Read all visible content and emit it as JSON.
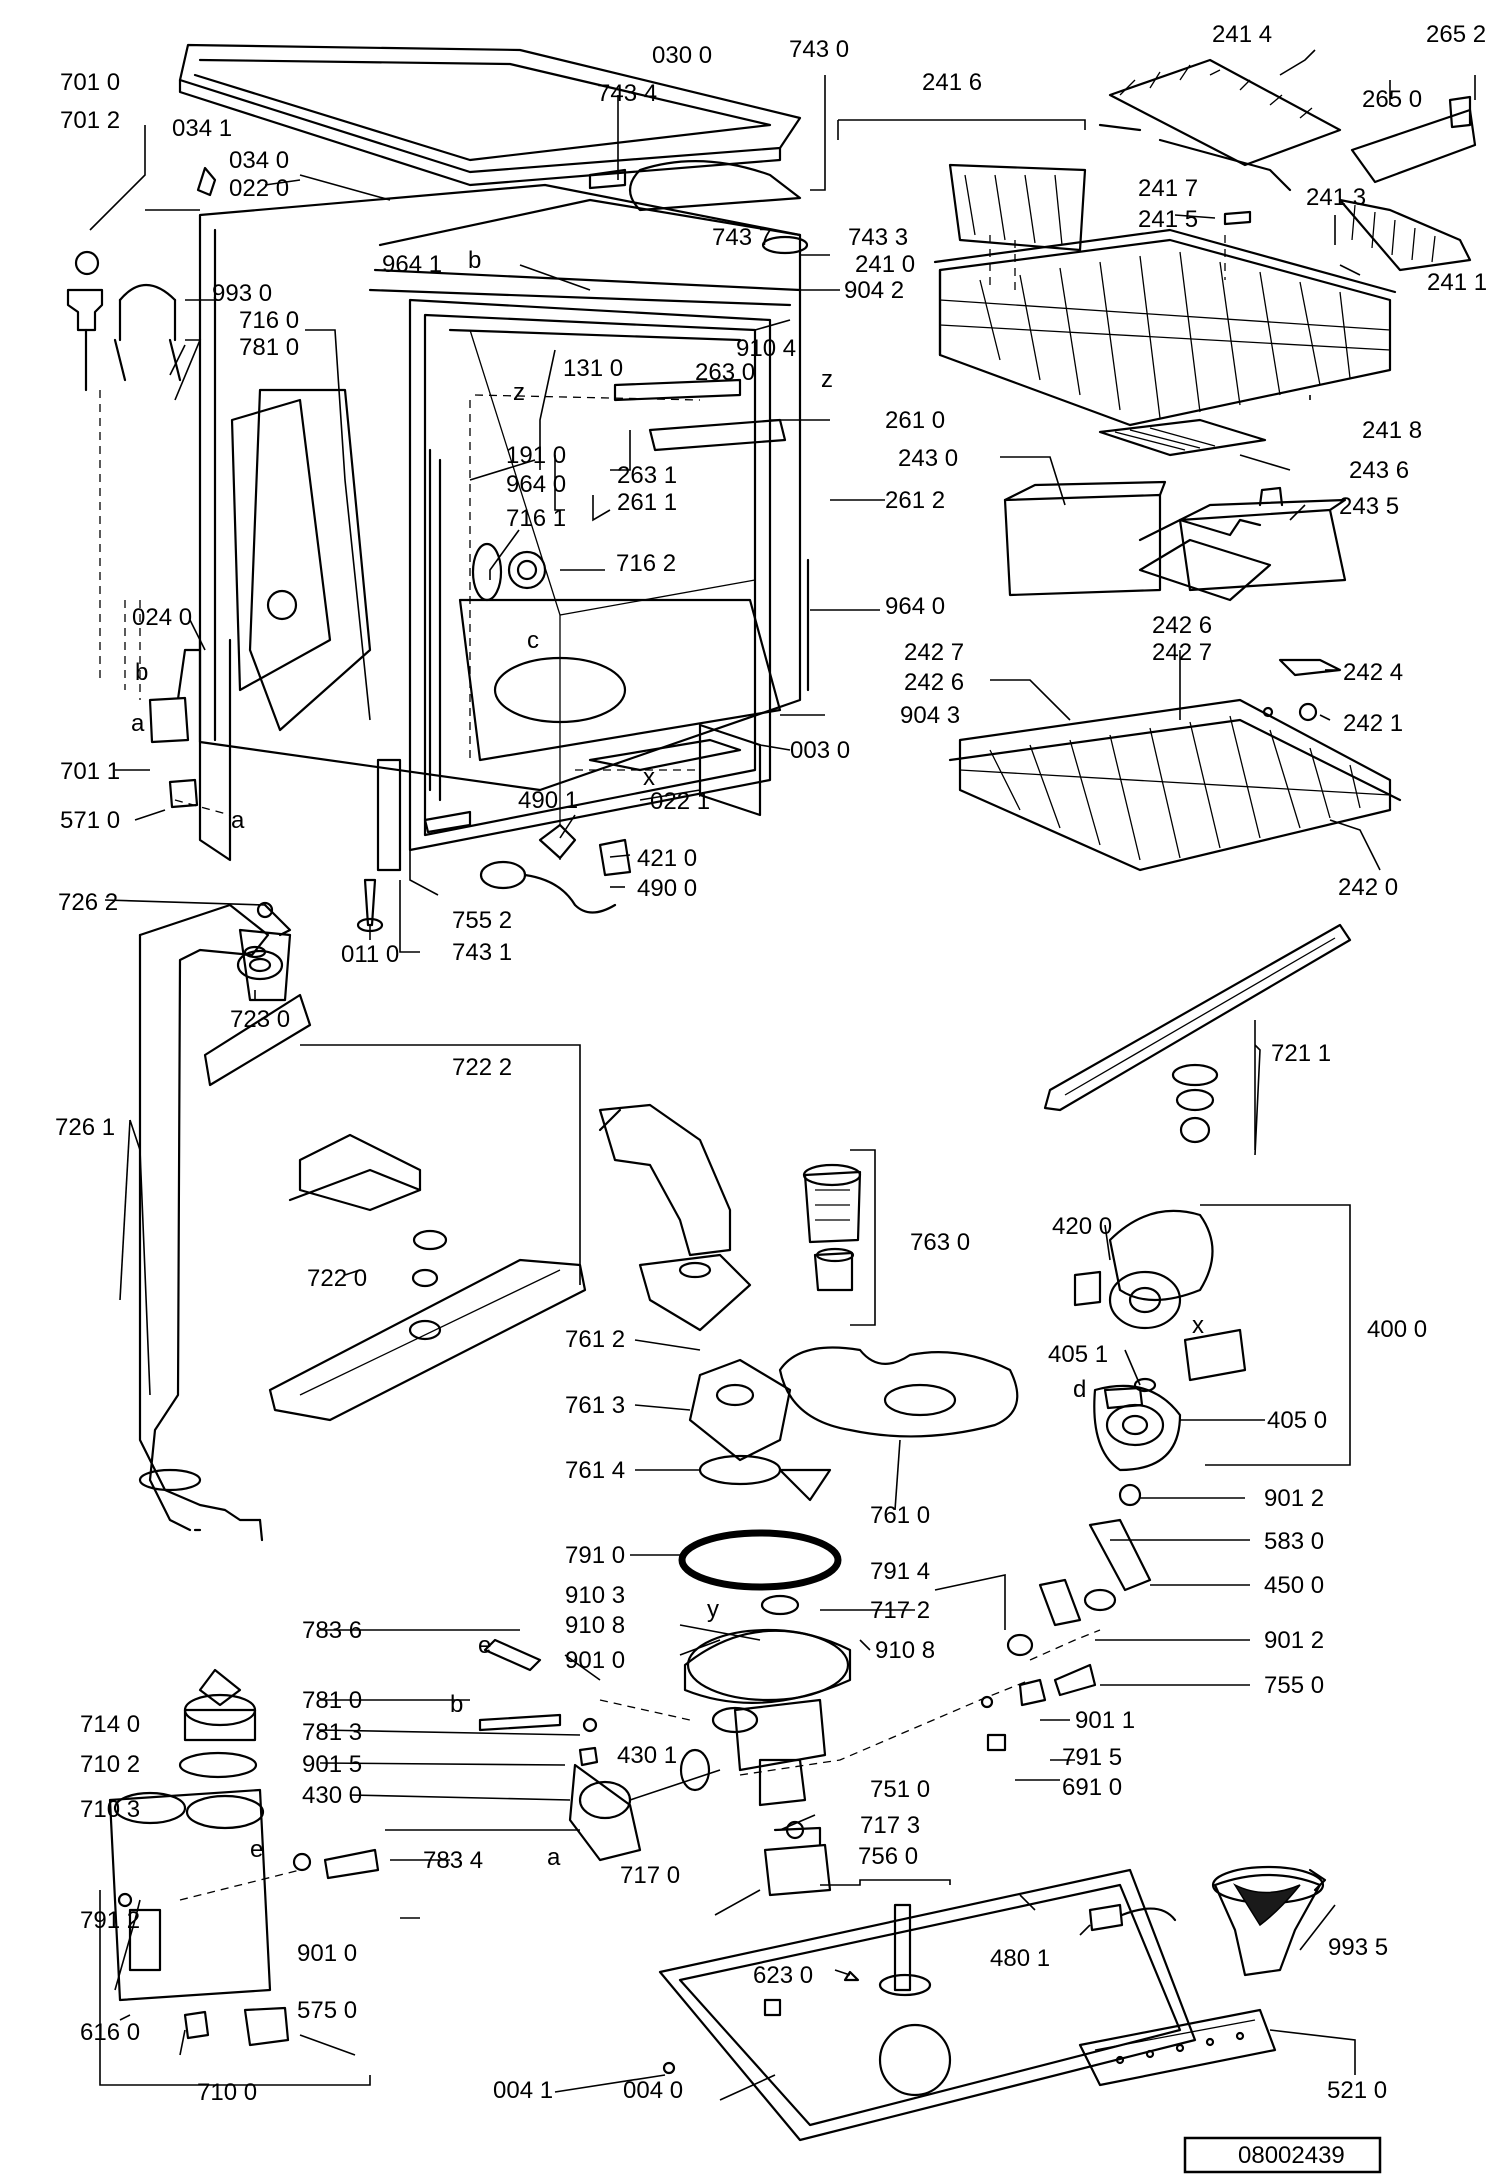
{
  "document_number": "08002439",
  "colors": {
    "line": "#000000",
    "background": "#ffffff"
  },
  "part_labels": [
    {
      "id": "p0300",
      "text": "030 0"
    },
    {
      "id": "p7430",
      "text": "743 0"
    },
    {
      "id": "p7434",
      "text": "743 4"
    },
    {
      "id": "p7010",
      "text": "701 0"
    },
    {
      "id": "p7012",
      "text": "701 2"
    },
    {
      "id": "p0341",
      "text": "034 1"
    },
    {
      "id": "p0340",
      "text": "034 0"
    },
    {
      "id": "p0220",
      "text": "022 0"
    },
    {
      "id": "p9641a",
      "text": "964 1"
    },
    {
      "id": "p9930",
      "text": "993 0"
    },
    {
      "id": "p7160",
      "text": "716 0"
    },
    {
      "id": "p7810a",
      "text": "781 0"
    },
    {
      "id": "p7437",
      "text": "743 7"
    },
    {
      "id": "p7433",
      "text": "743 3"
    },
    {
      "id": "p2410",
      "text": "241 0"
    },
    {
      "id": "p9042",
      "text": "904 2"
    },
    {
      "id": "p9104",
      "text": "910 4"
    },
    {
      "id": "p1310",
      "text": "131 0"
    },
    {
      "id": "p2630",
      "text": "263 0"
    },
    {
      "id": "p2610",
      "text": "261 0"
    },
    {
      "id": "p2631",
      "text": "263 1"
    },
    {
      "id": "p2611",
      "text": "261 1"
    },
    {
      "id": "p2612",
      "text": "261 2"
    },
    {
      "id": "p1910",
      "text": "191 0"
    },
    {
      "id": "p9640a",
      "text": "964 0"
    },
    {
      "id": "p7161",
      "text": "716 1"
    },
    {
      "id": "p7162",
      "text": "716 2"
    },
    {
      "id": "p9640b",
      "text": "964 0"
    },
    {
      "id": "p0240",
      "text": "024 0"
    },
    {
      "id": "p9043",
      "text": "904 3"
    },
    {
      "id": "p0030",
      "text": "003 0"
    },
    {
      "id": "p7011",
      "text": "701 1"
    },
    {
      "id": "p5710",
      "text": "571 0"
    },
    {
      "id": "p0221",
      "text": "022 1"
    },
    {
      "id": "p4901",
      "text": "490 1"
    },
    {
      "id": "p4210",
      "text": "421 0"
    },
    {
      "id": "p4900",
      "text": "490 0"
    },
    {
      "id": "p7552",
      "text": "755 2"
    },
    {
      "id": "p7431",
      "text": "743 1"
    },
    {
      "id": "p0110",
      "text": "011 0"
    },
    {
      "id": "p2416",
      "text": "241 6"
    },
    {
      "id": "p2414",
      "text": "241 4"
    },
    {
      "id": "p2652",
      "text": "265 2"
    },
    {
      "id": "p2650",
      "text": "265 0"
    },
    {
      "id": "p2417",
      "text": "241 7"
    },
    {
      "id": "p2413",
      "text": "241 3"
    },
    {
      "id": "p2415",
      "text": "241 5"
    },
    {
      "id": "p2411",
      "text": "241 1"
    },
    {
      "id": "p2418",
      "text": "241 8"
    },
    {
      "id": "p2430",
      "text": "243 0"
    },
    {
      "id": "p2436",
      "text": "243 6"
    },
    {
      "id": "p2435",
      "text": "243 5"
    },
    {
      "id": "p2426a",
      "text": "242 6"
    },
    {
      "id": "p2427a",
      "text": "242 7"
    },
    {
      "id": "p2427b",
      "text": "242 7"
    },
    {
      "id": "p2426b",
      "text": "242 6"
    },
    {
      "id": "p2424",
      "text": "242 4"
    },
    {
      "id": "p2421",
      "text": "242 1"
    },
    {
      "id": "p2420",
      "text": "242 0"
    },
    {
      "id": "p7262",
      "text": "726 2"
    },
    {
      "id": "p7230",
      "text": "723 0"
    },
    {
      "id": "p7222",
      "text": "722 2"
    },
    {
      "id": "p7261",
      "text": "726 1"
    },
    {
      "id": "p7220",
      "text": "722 0"
    },
    {
      "id": "p7211",
      "text": "721 1"
    },
    {
      "id": "p7630",
      "text": "763 0"
    },
    {
      "id": "p7612",
      "text": "761 2"
    },
    {
      "id": "p7613",
      "text": "761 3"
    },
    {
      "id": "p7614",
      "text": "761 4"
    },
    {
      "id": "p7610",
      "text": "761 0"
    },
    {
      "id": "p4200",
      "text": "420 0"
    },
    {
      "id": "p4051",
      "text": "405 1"
    },
    {
      "id": "p4000",
      "text": "400 0"
    },
    {
      "id": "p4050",
      "text": "405 0"
    },
    {
      "id": "p9012a",
      "text": "901 2"
    },
    {
      "id": "p5830",
      "text": "583 0"
    },
    {
      "id": "p4500",
      "text": "450 0"
    },
    {
      "id": "p9012b",
      "text": "901 2"
    },
    {
      "id": "p7550",
      "text": "755 0"
    },
    {
      "id": "p7910",
      "text": "791 0"
    },
    {
      "id": "p7914",
      "text": "791 4"
    },
    {
      "id": "p9103",
      "text": "910 3"
    },
    {
      "id": "p7172",
      "text": "717 2"
    },
    {
      "id": "p9108a",
      "text": "910 8"
    },
    {
      "id": "p9108b",
      "text": "910 8"
    },
    {
      "id": "p7836",
      "text": "783 6"
    },
    {
      "id": "p9010",
      "text": "901 0"
    },
    {
      "id": "p9011",
      "text": "901 1"
    },
    {
      "id": "p7810b",
      "text": "781 0"
    },
    {
      "id": "p7140",
      "text": "714 0"
    },
    {
      "id": "p7813",
      "text": "781 3"
    },
    {
      "id": "p4301",
      "text": "430 1"
    },
    {
      "id": "p7510",
      "text": "751 0"
    },
    {
      "id": "p7915",
      "text": "791 5"
    },
    {
      "id": "p7102",
      "text": "710 2"
    },
    {
      "id": "p9015",
      "text": "901 5"
    },
    {
      "id": "p6910",
      "text": "691 0"
    },
    {
      "id": "p4300",
      "text": "430 0"
    },
    {
      "id": "p7103",
      "text": "710 3"
    },
    {
      "id": "p7173",
      "text": "717 3"
    },
    {
      "id": "p7834",
      "text": "783 4"
    },
    {
      "id": "p7560",
      "text": "756 0"
    },
    {
      "id": "p7170",
      "text": "717 0"
    },
    {
      "id": "p9010b",
      "text": "901 0"
    },
    {
      "id": "p4801",
      "text": "480 1"
    },
    {
      "id": "p9935",
      "text": "993 5"
    },
    {
      "id": "p7912",
      "text": "791 2"
    },
    {
      "id": "p6230",
      "text": "623 0"
    },
    {
      "id": "p5750",
      "text": "575 0"
    },
    {
      "id": "p6160",
      "text": "616 0"
    },
    {
      "id": "p7100",
      "text": "710 0"
    },
    {
      "id": "p0041",
      "text": "004 1"
    },
    {
      "id": "p0040",
      "text": "004 0"
    },
    {
      "id": "p5210",
      "text": "521 0"
    }
  ],
  "reference_letters": [
    {
      "id": "ra",
      "text": "a"
    },
    {
      "id": "rb",
      "text": "b"
    },
    {
      "id": "ra2",
      "text": "a"
    },
    {
      "id": "rb2",
      "text": "b"
    },
    {
      "id": "rc",
      "text": "c"
    },
    {
      "id": "rd",
      "text": "d"
    },
    {
      "id": "re",
      "text": "e"
    },
    {
      "id": "re2",
      "text": "e"
    },
    {
      "id": "rx",
      "text": "x"
    },
    {
      "id": "rx2",
      "text": "x"
    },
    {
      "id": "rz",
      "text": "z"
    },
    {
      "id": "rz2",
      "text": "z"
    },
    {
      "id": "ry",
      "text": "y"
    },
    {
      "id": "rb3",
      "text": "b"
    },
    {
      "id": "ra3",
      "text": "a"
    }
  ]
}
